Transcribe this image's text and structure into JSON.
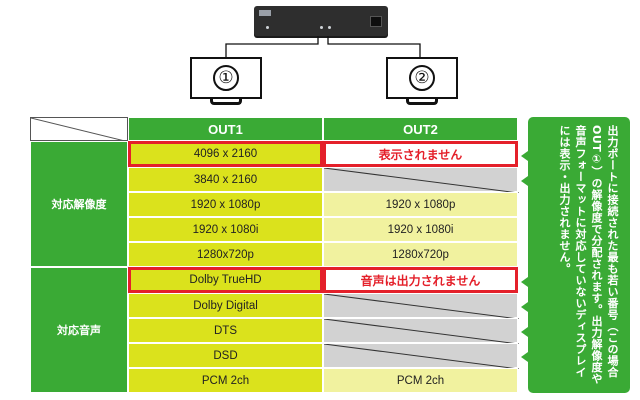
{
  "monitors": [
    {
      "label": "①"
    },
    {
      "label": "②"
    }
  ],
  "table": {
    "headers": {
      "out1": "OUT1",
      "out2": "OUT2"
    },
    "categories": {
      "resolution": "対応解像度",
      "audio": "対応音声"
    },
    "rows": [
      {
        "out1": "4096 x 2160",
        "out2": "表示されません"
      },
      {
        "out1": "3840 x 2160",
        "out2": ""
      },
      {
        "out1": "1920 x 1080p",
        "out2": "1920 x 1080p"
      },
      {
        "out1": "1920 x 1080i",
        "out2": "1920 x 1080i"
      },
      {
        "out1": "1280x720p",
        "out2": "1280x720p"
      },
      {
        "out1": "Dolby TrueHD",
        "out2": "音声は出力されません"
      },
      {
        "out1": "Dolby Digital",
        "out2": ""
      },
      {
        "out1": "DTS",
        "out2": ""
      },
      {
        "out1": "DSD",
        "out2": ""
      },
      {
        "out1": "PCM 2ch",
        "out2": "PCM 2ch"
      }
    ]
  },
  "note": "出力ポートに接続された最も若い番号（この場合 OUT①）の解像度で分配されます。出力解像度や音声フォーマットに対応していないディスプレイには表示・出力されません。",
  "colors": {
    "green": "#3aaa35",
    "yellow": "#dbe21c",
    "light_yellow": "#f1f29f",
    "red": "#e4202a",
    "gray": "#d2d2d2"
  }
}
